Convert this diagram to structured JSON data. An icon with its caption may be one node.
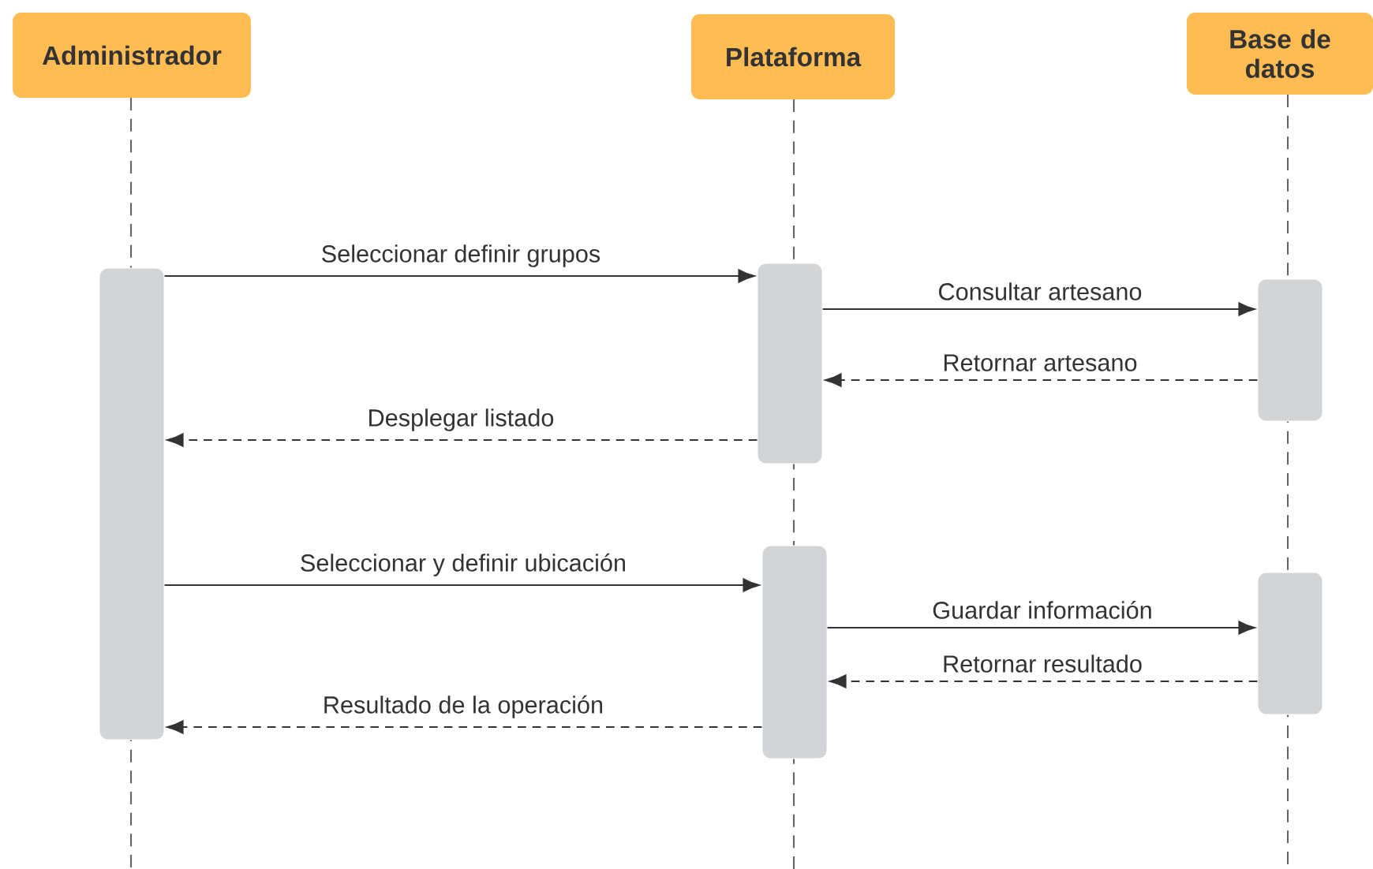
{
  "diagram": {
    "nodes": [
      {
        "text": [
          "Administrador"
        ]
      },
      {
        "text": [
          "Plataforma"
        ]
      },
      {
        "text": [
          "Base de datos"
        ]
      },
      {
        "text": [],
        "shape": "bar"
      },
      {
        "text": [],
        "shape": "bar"
      },
      {
        "text": [],
        "shape": "bar"
      },
      {
        "text": [],
        "shape": "bar"
      },
      {
        "text": [],
        "shape": "bar"
      }
    ],
    "edges": [
      {
        "from": 3,
        "to": 4,
        "arrow": "to",
        "label": "Seleccionar definir grupos"
      },
      {
        "from": 4,
        "to": 5,
        "arrow": "to",
        "label": "Consultar artesano"
      },
      {
        "from": 5,
        "to": 4,
        "arrow": "to",
        "label": "Retornar artesano",
        "style": "dashed"
      },
      {
        "from": 4,
        "to": 3,
        "arrow": "to",
        "label": "Desplegar listado",
        "style": "dashed"
      },
      {
        "from": 3,
        "to": 6,
        "arrow": "to",
        "label": "Seleccionar y definir ubicación"
      },
      {
        "from": 6,
        "to": 7,
        "arrow": "to",
        "label": "Guardar información"
      },
      {
        "from": 7,
        "to": 6,
        "arrow": "to",
        "label": "Retornar resultado",
        "style": "dashed"
      },
      {
        "from": 6,
        "to": 3,
        "arrow": "to",
        "label": "Resultado de la operación",
        "style": "dashed"
      }
    ]
  }
}
